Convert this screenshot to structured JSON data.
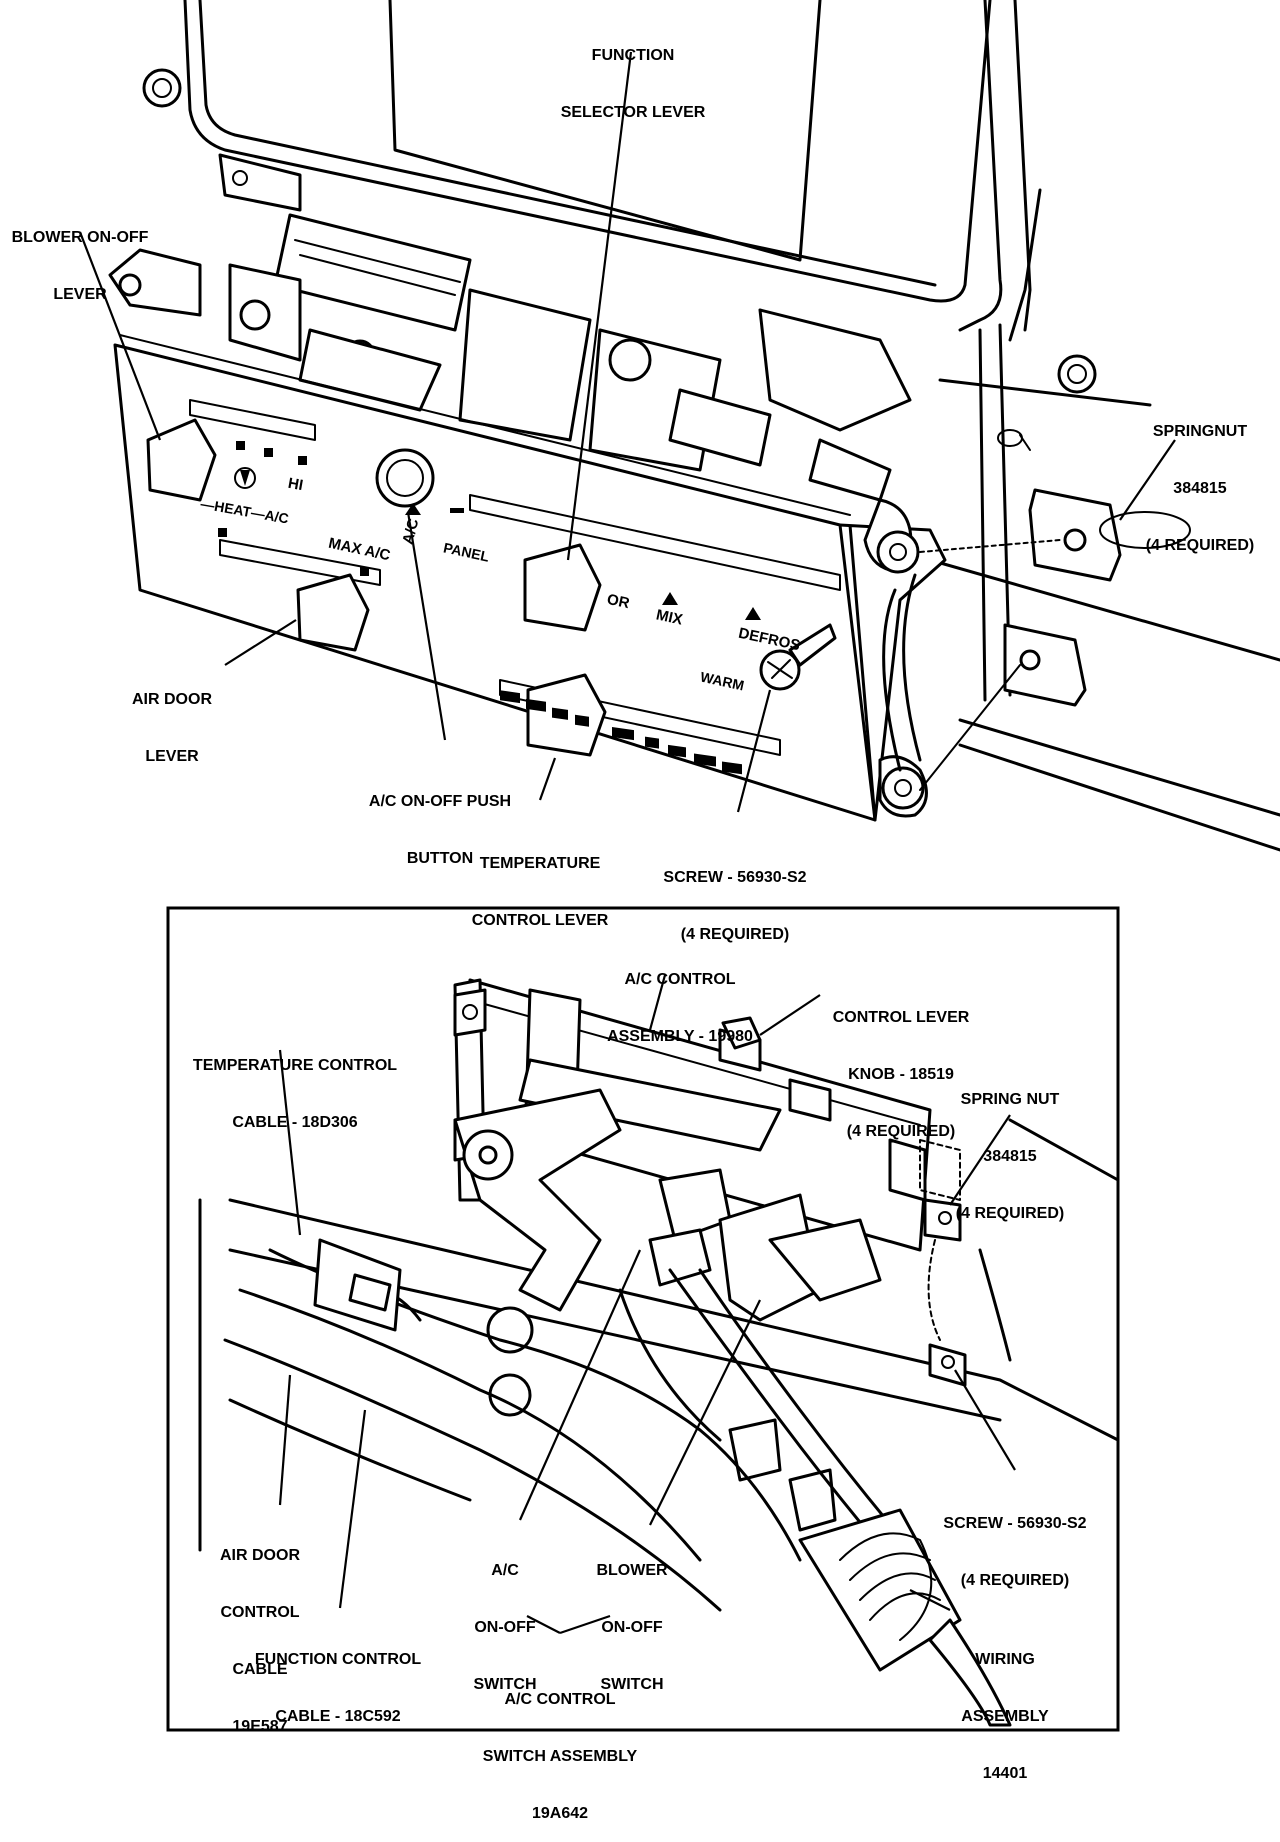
{
  "upper_labels": {
    "function_selector_lever": [
      "FUNCTION",
      "SELECTOR LEVER"
    ],
    "blower_on_off_lever": [
      "BLOWER ON-OFF",
      "LEVER"
    ],
    "springnut": [
      "SPRINGNUT",
      "384815",
      "(4 REQUIRED)"
    ],
    "air_door_lever": [
      "AIR DOOR",
      "LEVER"
    ],
    "ac_on_off_push_button": [
      "A/C ON-OFF PUSH",
      "BUTTON"
    ],
    "temperature_control_lever": [
      "TEMPERATURE",
      "CONTROL LEVER"
    ],
    "screw": [
      "SCREW - 56930-S2",
      "(4 REQUIRED)"
    ]
  },
  "panel_markings": {
    "hi": "HI",
    "heat_ac": "—HEAT—A/C",
    "max_ac": "MAX A/C",
    "ac": "A/C",
    "panel": "PANEL",
    "mix": "MIX",
    "defrost": "DEFROS",
    "warm": "WARM",
    "floor": "OR"
  },
  "lower_labels": {
    "ac_control_assembly": [
      "A/C CONTROL",
      "ASSEMBLY - 19980"
    ],
    "control_lever_knob": [
      "CONTROL LEVER",
      "KNOB - 18519",
      "(4 REQUIRED)"
    ],
    "temperature_control_cable": [
      "TEMPERATURE CONTROL",
      "CABLE - 18D306"
    ],
    "spring_nut": [
      "SPRING NUT",
      "384815",
      "(4 REQUIRED)"
    ],
    "screw": [
      "SCREW - 56930-S2",
      "(4 REQUIRED)"
    ],
    "air_door_control_cable": [
      "AIR DOOR",
      "CONTROL",
      "CABLE",
      "19E587"
    ],
    "ac_on_off_switch": [
      "A/C",
      "ON-OFF",
      "SWITCH"
    ],
    "blower_on_off_switch": [
      "BLOWER",
      "ON-OFF",
      "SWITCH"
    ],
    "wiring_assembly": [
      "WIRING",
      "ASSEMBLY",
      "14401"
    ],
    "function_control_cable": [
      "FUNCTION CONTROL",
      "CABLE - 18C592"
    ],
    "ac_control_switch_assembly": [
      "A/C CONTROL",
      "SWITCH ASSEMBLY",
      "19A642"
    ]
  }
}
